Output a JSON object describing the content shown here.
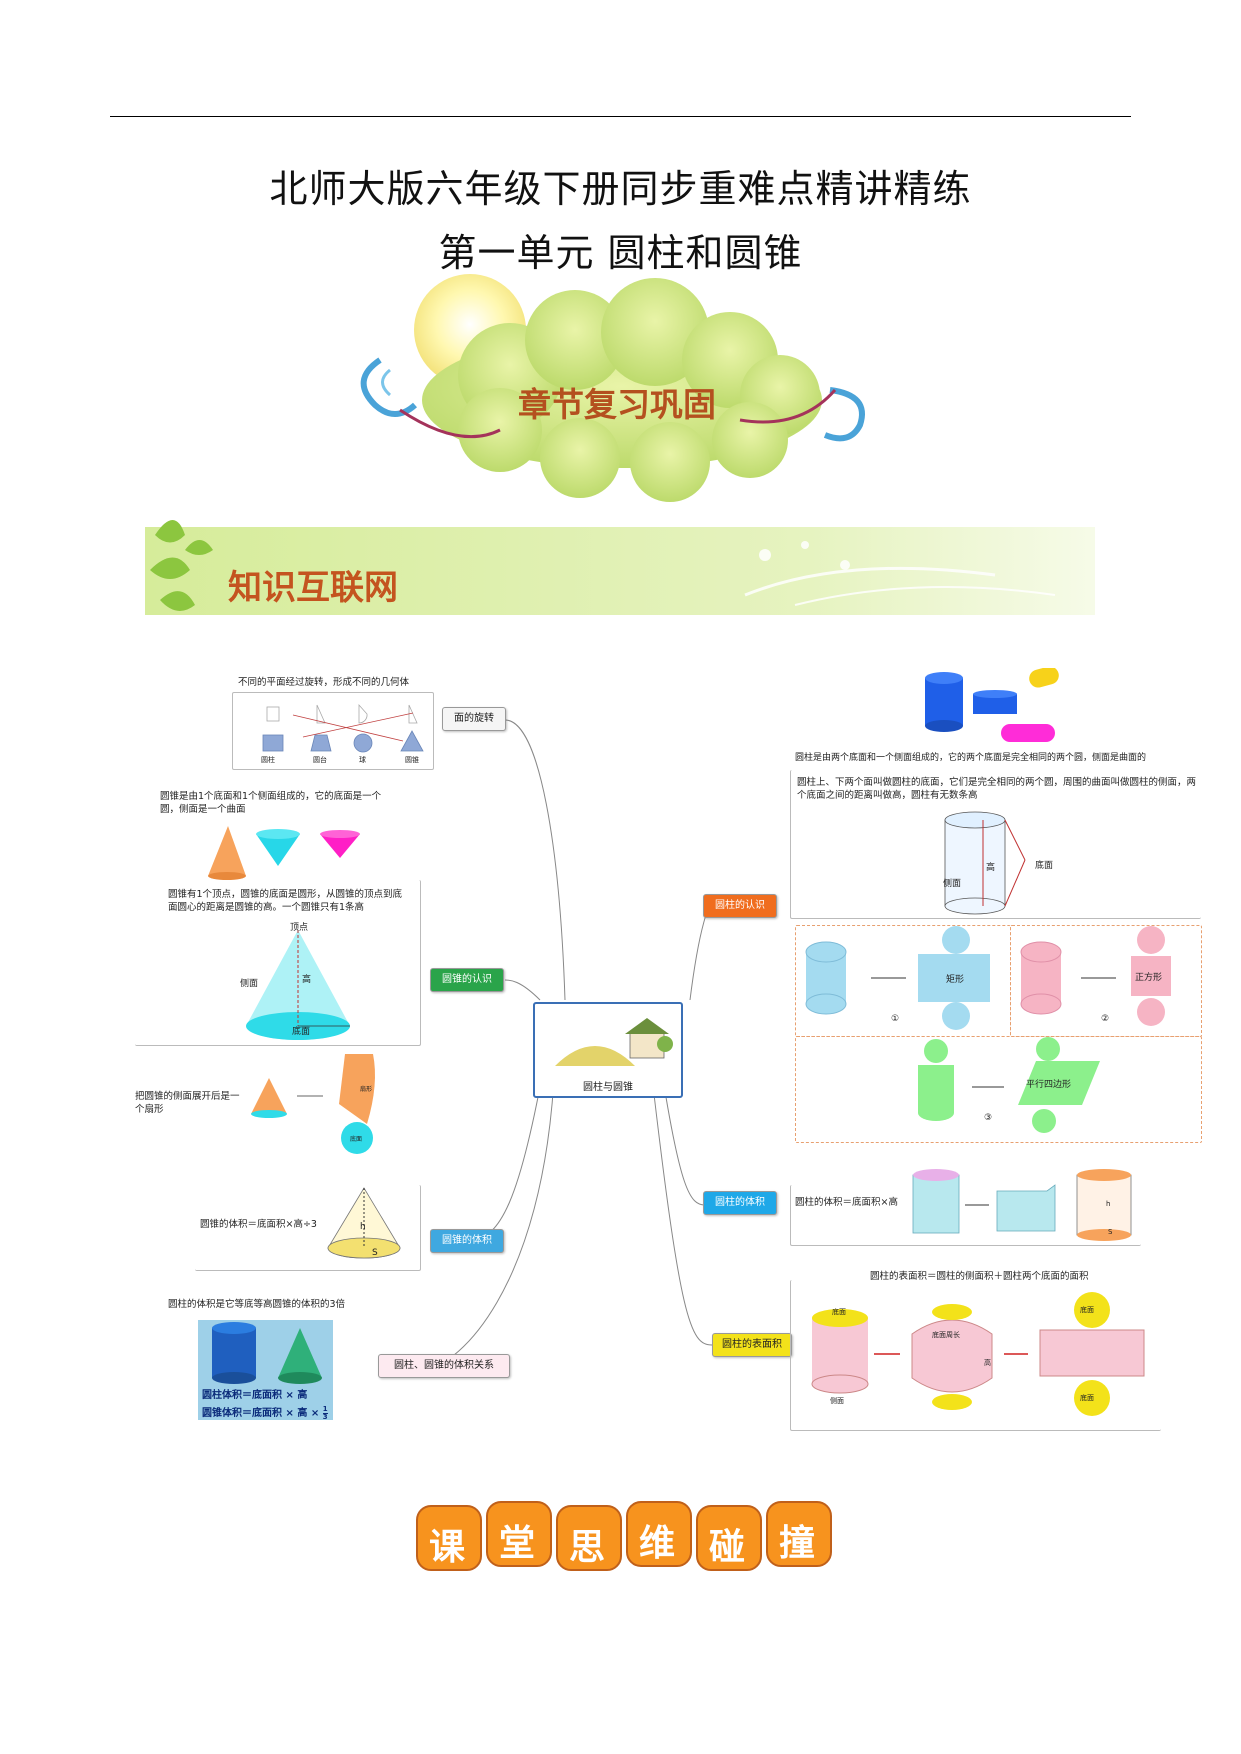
{
  "header": {
    "title_line1": "北师大版六年级下册同步重难点精讲精练",
    "title_line2": "第一单元  圆柱和圆锥"
  },
  "banner_review": {
    "label": "章节复习巩固"
  },
  "banner_knowledge": {
    "label": "知识互联网"
  },
  "mindmap": {
    "center": "圆柱与圆锥",
    "left": {
      "rotation": {
        "node": "面的旋转",
        "note": "不同的平面经过旋转，形成不同的几何体",
        "shapes": [
          "圆柱",
          "圆台",
          "球",
          "圆锥"
        ]
      },
      "cone_recognition": {
        "node": "圆锥的认识",
        "note1": "圆锥是由1个底面和1个侧面组成的，它的底面是一个圆，侧面是一个曲面",
        "note2": "圆锥有1个顶点，圆锥的底面是圆形，从圆锥的顶点到底面圆心的距离是圆锥的高。一个圆锥只有1条高",
        "labels": {
          "apex": "顶点",
          "height": "高",
          "side": "侧面",
          "base": "底面"
        },
        "unfold_note": "把圆锥的侧面展开后是一个扇形",
        "unfold_labels": [
          "扇形",
          "底面"
        ]
      },
      "cone_volume": {
        "node": "圆锥的体积",
        "note": "圆锥的体积＝底面积×高÷3",
        "labels": {
          "h": "h",
          "s": "S"
        }
      },
      "relation": {
        "node": "圆柱、圆锥的体积关系",
        "note": "圆柱的体积是它等底等高圆锥的体积的3倍",
        "formula1": "圆柱体积＝底面积 × 高",
        "formula2_prefix": "圆锥体积＝底面积 × 高 ×",
        "fraction_num": "1",
        "fraction_den": "3"
      }
    },
    "right": {
      "cylinder_recognition": {
        "node": "圆柱的认识",
        "note1": "圆柱是由两个底面和一个侧面组成的，它的两个底面是完全相同的两个圆，侧面是曲面的",
        "note2": "圆柱上、下两个面叫做圆柱的底面，它们是完全相同的两个圆，周围的曲面叫做圆柱的侧面，两个底面之间的距离叫做高，圆柱有无数条高",
        "labels": {
          "height": "高",
          "base": "底面",
          "side": "侧面"
        },
        "unfold": [
          {
            "shape": "矩形",
            "mark": "①"
          },
          {
            "shape": "正方形",
            "mark": "②"
          },
          {
            "shape": "平行四边形",
            "mark": "③"
          }
        ]
      },
      "cylinder_volume": {
        "node": "圆柱的体积",
        "note": "圆柱的体积＝底面积×高",
        "labels": {
          "h": "h",
          "s": "S"
        }
      },
      "cylinder_surface": {
        "node": "圆柱的表面积",
        "note": "圆柱的表面积＝圆柱的侧面积＋圆柱两个底面的面积",
        "labels": {
          "base": "底面",
          "base_perimeter": "底面周长",
          "height": "高",
          "side": "侧面",
          "top": "底面",
          "bottom": "底面"
        }
      }
    }
  },
  "footer": {
    "chars": [
      "课",
      "堂",
      "思",
      "维",
      "碰",
      "撞"
    ]
  }
}
